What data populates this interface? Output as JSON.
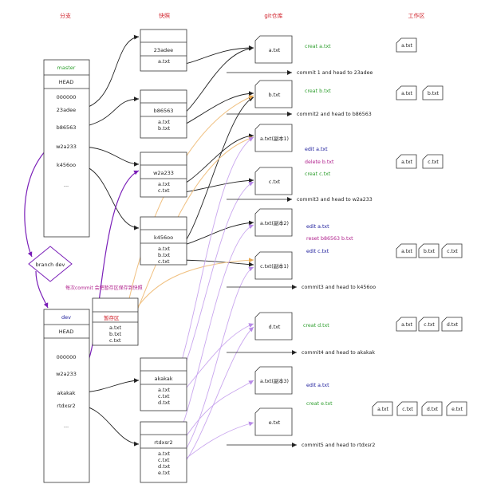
{
  "headers": {
    "branch": "分支",
    "snapshot": "快照",
    "repo": "git仓库",
    "workspace": "工作区"
  },
  "master": {
    "name": "master",
    "head": "HEAD",
    "items": [
      "000000",
      "23adee",
      "b86563",
      "w2a233",
      "k456oo"
    ],
    "ellipsis": "..."
  },
  "dev": {
    "name": "dev",
    "head": "HEAD",
    "items": [
      "000000",
      "w2a233",
      "akakak",
      "rtdxsr2"
    ],
    "ellipsis": "..."
  },
  "branch_dev": "branch dev",
  "staging_note": "每次commit 会把暂存区保存到快照",
  "staging": {
    "title": "暂存区",
    "files": [
      "a.txt",
      "b.txt",
      "c.txt"
    ]
  },
  "snapshots": [
    {
      "id": "23adee",
      "files": [
        "a.txt"
      ]
    },
    {
      "id": "b86563",
      "files": [
        "a.txt",
        "b.txt"
      ]
    },
    {
      "id": "w2a233",
      "files": [
        "a.txt",
        "c.txt"
      ]
    },
    {
      "id": "k456oo",
      "files": [
        "a.txt",
        "b.txt",
        "c.txt"
      ]
    },
    {
      "id": "akakak",
      "files": [
        "a.txt",
        "c.txt",
        "d.txt"
      ]
    },
    {
      "id": "rtdxsr2",
      "files": [
        "a.txt",
        "c.txt",
        "d.txt",
        "e.txt"
      ]
    }
  ],
  "repo_docs": [
    "a.txt",
    "b.txt",
    "a.txt(副本1)",
    "c.txt",
    "a.txt(副本2)",
    "c.txt(副本1)",
    "d.txt",
    "a.txt(副本3)",
    "e.txt"
  ],
  "actions": [
    {
      "text": "creat a.txt",
      "color": "#2e9e2e"
    },
    {
      "text": "creat b.txt",
      "color": "#2e9e2e"
    },
    {
      "text": "edit a.txt",
      "color": "#1a1a9a"
    },
    {
      "text": "delete b.txt",
      "color": "#b0208c"
    },
    {
      "text": "creat c.txt",
      "color": "#2e9e2e"
    },
    {
      "text": "edit a.txt",
      "color": "#1a1a9a"
    },
    {
      "text": "reset    b86563   b.txt",
      "color": "#b0208c"
    },
    {
      "text": "edit c.txt",
      "color": "#1a1a9a"
    },
    {
      "text": "creat d.txt",
      "color": "#2e9e2e"
    },
    {
      "text": "edit a.txt",
      "color": "#1a1a9a"
    },
    {
      "text": "creat e.txt",
      "color": "#2e9e2e"
    }
  ],
  "commits": [
    "commit 1 and head to 23adee",
    "commit2 and head to b86563",
    "commit3 and head to w2a233",
    "commit3 and head to k456oo",
    "commit4 and head to akakak",
    "commit5 and head to rtdxsr2"
  ],
  "workspace_rows": [
    [
      "a.txt"
    ],
    [
      "a.txt",
      "b.txt"
    ],
    [
      "a.txt",
      "c.txt"
    ],
    [
      "a.txt",
      "b.txt",
      "c.txt"
    ],
    [
      "a.txt",
      "c.txt",
      "d.txt"
    ],
    [
      "a.txt",
      "c.txt",
      "d.txt",
      "e.txt"
    ]
  ],
  "colors": {
    "header": "#d0202a",
    "master_name": "#2ea02e",
    "dev_name": "#1a1a9a",
    "purple_arrow": "#7a1fb8",
    "light_purple": "#c9a6ee",
    "orange": "#f0c080",
    "staging_title": "#d0202a"
  }
}
